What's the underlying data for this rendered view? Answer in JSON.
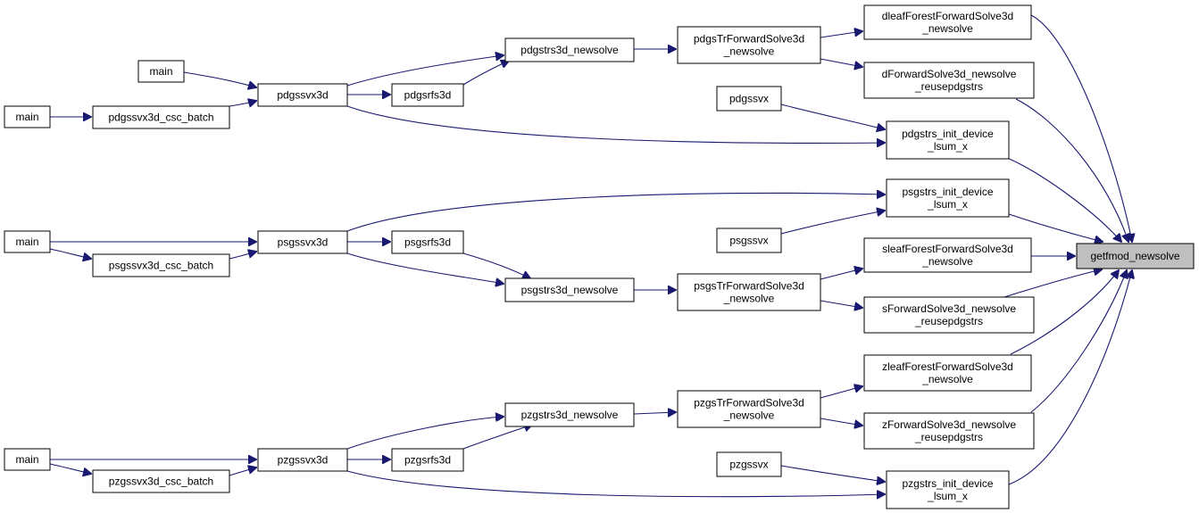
{
  "diagram": {
    "type": "doxygen-caller-graph",
    "root_node": "getfmod_newsolve",
    "colors": {
      "edge": "#191970",
      "node_border": "#000000",
      "node_fill": "#ffffff",
      "root_fill": "#bfbfbf",
      "background": "#ffffff"
    },
    "nodes": [
      {
        "id": "getfmod",
        "label": [
          "getfmod_newsolve"
        ],
        "root": true
      },
      {
        "id": "dleaf",
        "label": [
          "dleafForestForwardSolve3d",
          "_newsolve"
        ]
      },
      {
        "id": "dfwd",
        "label": [
          "dForwardSolve3d_newsolve",
          "_reusepdgstrs"
        ]
      },
      {
        "id": "pdinit",
        "label": [
          "pdgstrs_init_device",
          "_lsum_x"
        ]
      },
      {
        "id": "psinit",
        "label": [
          "psgstrs_init_device",
          "_lsum_x"
        ]
      },
      {
        "id": "sleaf",
        "label": [
          "sleafForestForwardSolve3d",
          "_newsolve"
        ]
      },
      {
        "id": "sfwd",
        "label": [
          "sForwardSolve3d_newsolve",
          "_reusepdgstrs"
        ]
      },
      {
        "id": "zleaf",
        "label": [
          "zleafForestForwardSolve3d",
          "_newsolve"
        ]
      },
      {
        "id": "zfwd",
        "label": [
          "zForwardSolve3d_newsolve",
          "_reusepdgstrs"
        ]
      },
      {
        "id": "pzinit",
        "label": [
          "pzgstrs_init_device",
          "_lsum_x"
        ]
      },
      {
        "id": "pdTr",
        "label": [
          "pdgsTrForwardSolve3d",
          "_newsolve"
        ]
      },
      {
        "id": "psTr",
        "label": [
          "psgsTrForwardSolve3d",
          "_newsolve"
        ]
      },
      {
        "id": "pzTr",
        "label": [
          "pzgsTrForwardSolve3d",
          "_newsolve"
        ]
      },
      {
        "id": "pdgssvx",
        "label": [
          "pdgssvx"
        ]
      },
      {
        "id": "psgssvx",
        "label": [
          "psgssvx"
        ]
      },
      {
        "id": "pzgssvx",
        "label": [
          "pzgssvx"
        ]
      },
      {
        "id": "pdtrs",
        "label": [
          "pdgstrs3d_newsolve"
        ]
      },
      {
        "id": "pstrs",
        "label": [
          "psgstrs3d_newsolve"
        ]
      },
      {
        "id": "pztrs",
        "label": [
          "pzgstrs3d_newsolve"
        ]
      },
      {
        "id": "pdrfs",
        "label": [
          "pdgsrfs3d"
        ]
      },
      {
        "id": "psrfs",
        "label": [
          "psgsrfs3d"
        ]
      },
      {
        "id": "pzrfs",
        "label": [
          "pzgsrfs3d"
        ]
      },
      {
        "id": "pd3d",
        "label": [
          "pdgssvx3d"
        ]
      },
      {
        "id": "ps3d",
        "label": [
          "psgssvx3d"
        ]
      },
      {
        "id": "pz3d",
        "label": [
          "pzgssvx3d"
        ]
      },
      {
        "id": "pdbatch",
        "label": [
          "pdgssvx3d_csc_batch"
        ]
      },
      {
        "id": "psbatch",
        "label": [
          "psgssvx3d_csc_batch"
        ]
      },
      {
        "id": "pzbatch",
        "label": [
          "pzgssvx3d_csc_batch"
        ]
      },
      {
        "id": "mainA",
        "label": [
          "main"
        ]
      },
      {
        "id": "mainB",
        "label": [
          "main"
        ]
      },
      {
        "id": "mainC",
        "label": [
          "main"
        ]
      },
      {
        "id": "mainD",
        "label": [
          "main"
        ]
      }
    ],
    "edges": [
      {
        "id": "dleaf-getfmod",
        "from": "dleaf",
        "to": "getfmod"
      },
      {
        "id": "dfwd-getfmod",
        "from": "dfwd",
        "to": "getfmod"
      },
      {
        "id": "pdinit-getfmod",
        "from": "pdinit",
        "to": "getfmod"
      },
      {
        "id": "psinit-getfmod",
        "from": "psinit",
        "to": "getfmod"
      },
      {
        "id": "sleaf-getfmod",
        "from": "sleaf",
        "to": "getfmod"
      },
      {
        "id": "sfwd-getfmod",
        "from": "sfwd",
        "to": "getfmod"
      },
      {
        "id": "zleaf-getfmod",
        "from": "zleaf",
        "to": "getfmod"
      },
      {
        "id": "zfwd-getfmod",
        "from": "zfwd",
        "to": "getfmod"
      },
      {
        "id": "pzinit-getfmod",
        "from": "pzinit",
        "to": "getfmod"
      },
      {
        "id": "pdTr-dleaf",
        "from": "pdTr",
        "to": "dleaf"
      },
      {
        "id": "pdTr-dfwd",
        "from": "pdTr",
        "to": "dfwd"
      },
      {
        "id": "psTr-sleaf",
        "from": "psTr",
        "to": "sleaf"
      },
      {
        "id": "psTr-sfwd",
        "from": "psTr",
        "to": "sfwd"
      },
      {
        "id": "pzTr-zleaf",
        "from": "pzTr",
        "to": "zleaf"
      },
      {
        "id": "pzTr-zfwd",
        "from": "pzTr",
        "to": "zfwd"
      },
      {
        "id": "pdtrs-pdTr",
        "from": "pdtrs",
        "to": "pdTr"
      },
      {
        "id": "pstrs-psTr",
        "from": "pstrs",
        "to": "psTr"
      },
      {
        "id": "pztrs-pzTr",
        "from": "pztrs",
        "to": "pzTr"
      },
      {
        "id": "pdgssvx-pdinit",
        "from": "pdgssvx",
        "to": "pdinit"
      },
      {
        "id": "pd3d-pdinit",
        "from": "pd3d",
        "to": "pdinit"
      },
      {
        "id": "psgssvx-psinit",
        "from": "psgssvx",
        "to": "psinit"
      },
      {
        "id": "ps3d-psinit",
        "from": "ps3d",
        "to": "psinit"
      },
      {
        "id": "pzgssvx-pzinit",
        "from": "pzgssvx",
        "to": "pzinit"
      },
      {
        "id": "pz3d-pzinit",
        "from": "pz3d",
        "to": "pzinit"
      },
      {
        "id": "pd3d-pdtrs",
        "from": "pd3d",
        "to": "pdtrs"
      },
      {
        "id": "pdrfs-pdtrs",
        "from": "pdrfs",
        "to": "pdtrs"
      },
      {
        "id": "pd3d-pdrfs",
        "from": "pd3d",
        "to": "pdrfs"
      },
      {
        "id": "ps3d-pstrs",
        "from": "ps3d",
        "to": "pstrs"
      },
      {
        "id": "psrfs-pstrs",
        "from": "psrfs",
        "to": "pstrs"
      },
      {
        "id": "ps3d-psrfs",
        "from": "ps3d",
        "to": "psrfs"
      },
      {
        "id": "pz3d-pztrs",
        "from": "pz3d",
        "to": "pztrs"
      },
      {
        "id": "pzrfs-pztrs",
        "from": "pzrfs",
        "to": "pztrs"
      },
      {
        "id": "pz3d-pzrfs",
        "from": "pz3d",
        "to": "pzrfs"
      },
      {
        "id": "mainA-pd3d",
        "from": "mainA",
        "to": "pd3d"
      },
      {
        "id": "pdbatch-pd3d",
        "from": "pdbatch",
        "to": "pd3d"
      },
      {
        "id": "mainB-pdbatch",
        "from": "mainB",
        "to": "pdbatch"
      },
      {
        "id": "mainC-ps3d",
        "from": "mainC",
        "to": "ps3d"
      },
      {
        "id": "psbatch-ps3d",
        "from": "psbatch",
        "to": "ps3d"
      },
      {
        "id": "mainC-psbatch",
        "from": "mainC",
        "to": "psbatch"
      },
      {
        "id": "mainD-pz3d",
        "from": "mainD",
        "to": "pz3d"
      },
      {
        "id": "pzbatch-pz3d",
        "from": "pzbatch",
        "to": "pz3d"
      },
      {
        "id": "mainD-pzbatch",
        "from": "mainD",
        "to": "pzbatch"
      }
    ]
  }
}
